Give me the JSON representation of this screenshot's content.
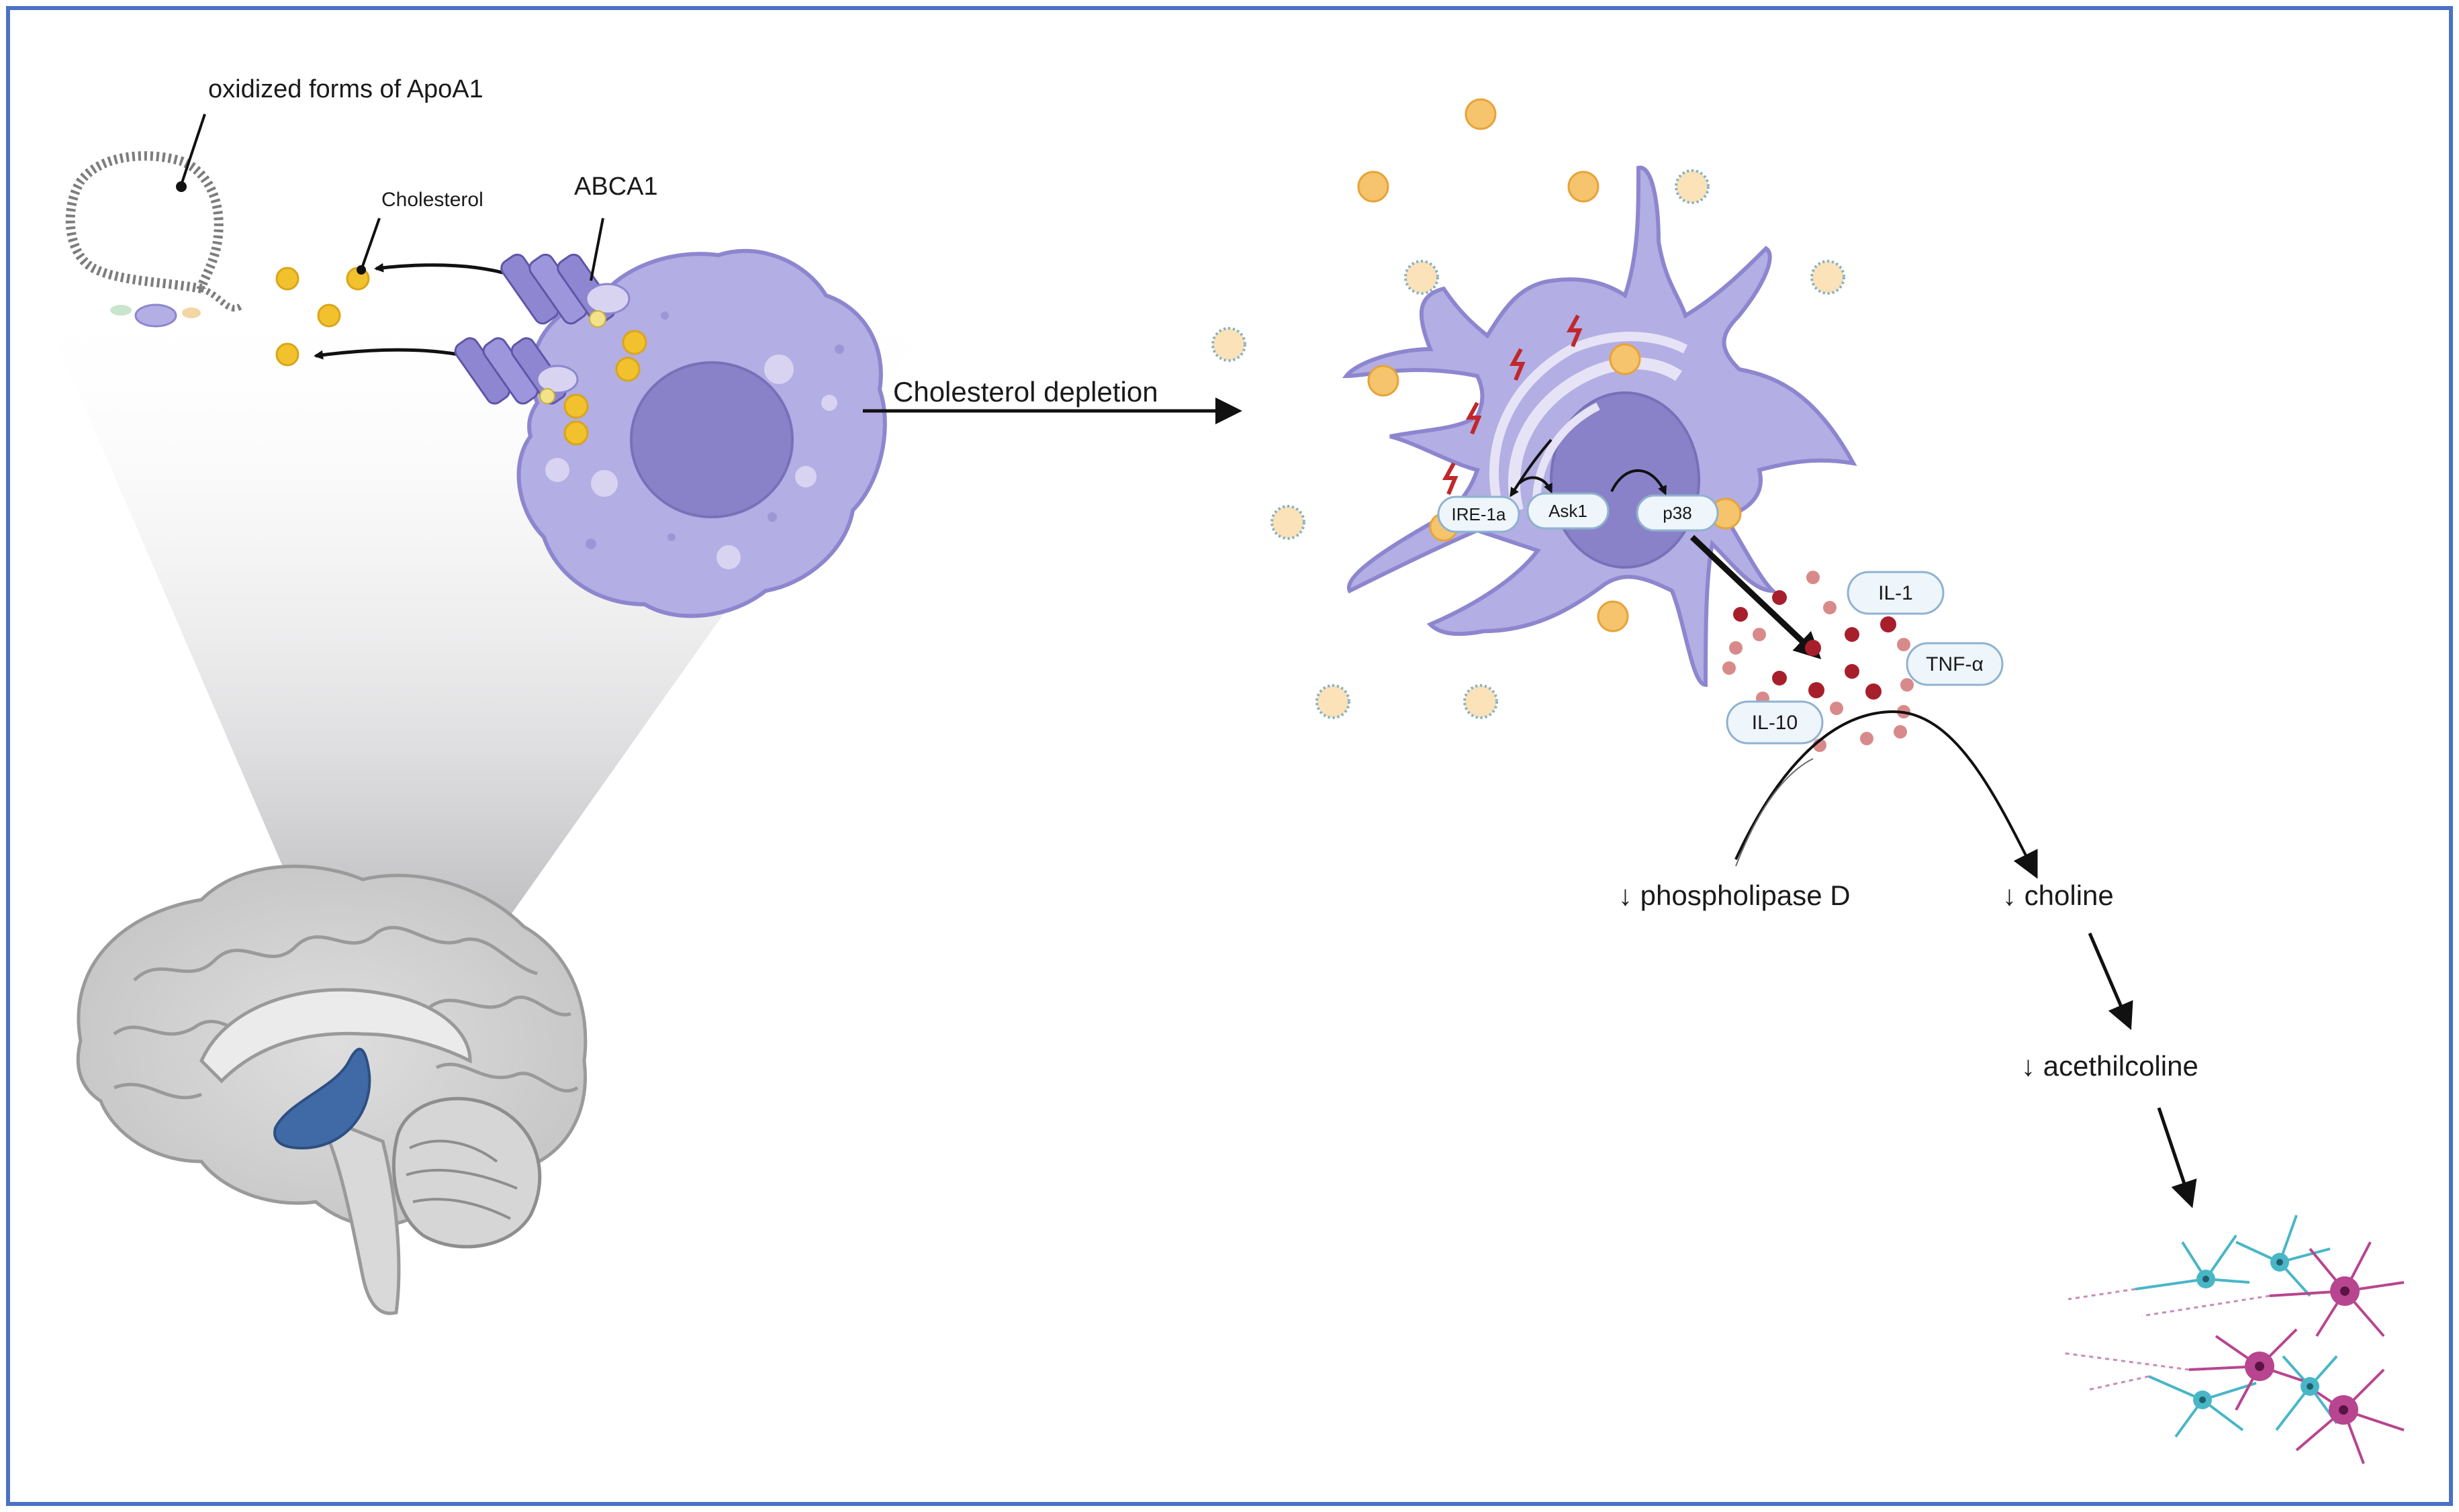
{
  "colors": {
    "frame": "#4a73c4",
    "cell_body": "#b3aee3",
    "cell_outline": "#8d86cf",
    "nucleus": "#8a82c9",
    "cholesterol": "#f2c12e",
    "lipoprotein": "#f5c46c",
    "cytokine_dark": "#a81f2c",
    "cytokine_light": "#d88a8a",
    "brain": "#d2d2d2",
    "hippocampus": "#3f6aa6",
    "neuron_cyan": "#49b6c8",
    "neuron_magenta": "#b8458f"
  },
  "labels": {
    "apoa1": "oxidized forms of ApoA1",
    "cholesterol": "Cholesterol",
    "abca1": "ABCA1",
    "cholesterol_depletion": "Cholesterol depletion",
    "phospholipase": "↓ phospholipase D",
    "choline": "↓ choline",
    "acetylcholine": "↓ acethilcoline"
  },
  "pathway": {
    "ire1a": "IRE-1a",
    "ask1": "Ask1",
    "p38": "p38"
  },
  "cytokines": {
    "il1": "IL-1",
    "tnfa": "TNF-α",
    "il10": "IL-10"
  }
}
